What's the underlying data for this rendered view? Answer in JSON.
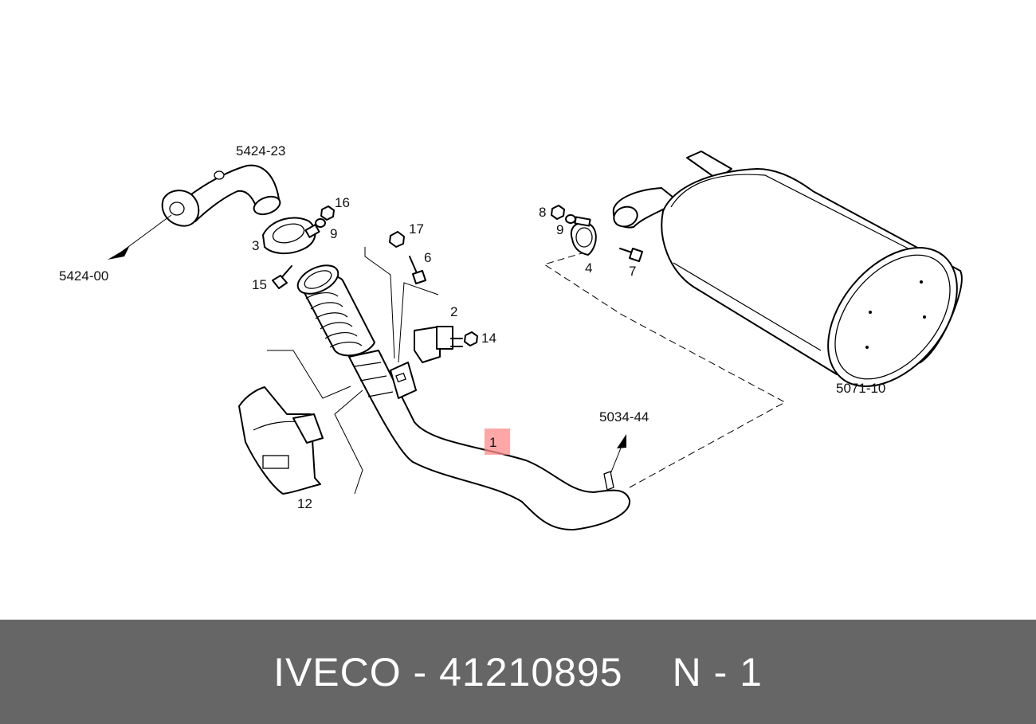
{
  "diagram": {
    "highlight_color": "#ff8a8a",
    "labels": {
      "ref_5424_23": "5424-23",
      "ref_5424_00": "5424-00",
      "ref_5034_44": "5034-44",
      "ref_5071_10": "5071-10",
      "p1": "1",
      "p2": "2",
      "p3": "3",
      "p4": "4",
      "p6": "6",
      "p7": "7",
      "p8": "8",
      "p9a": "9",
      "p9b": "9",
      "p12": "12",
      "p14": "14",
      "p15": "15",
      "p16": "16",
      "p17": "17"
    }
  },
  "footer": {
    "part_ref": "IVECO - 41210895",
    "position": "N - 1",
    "background": "#666666"
  }
}
